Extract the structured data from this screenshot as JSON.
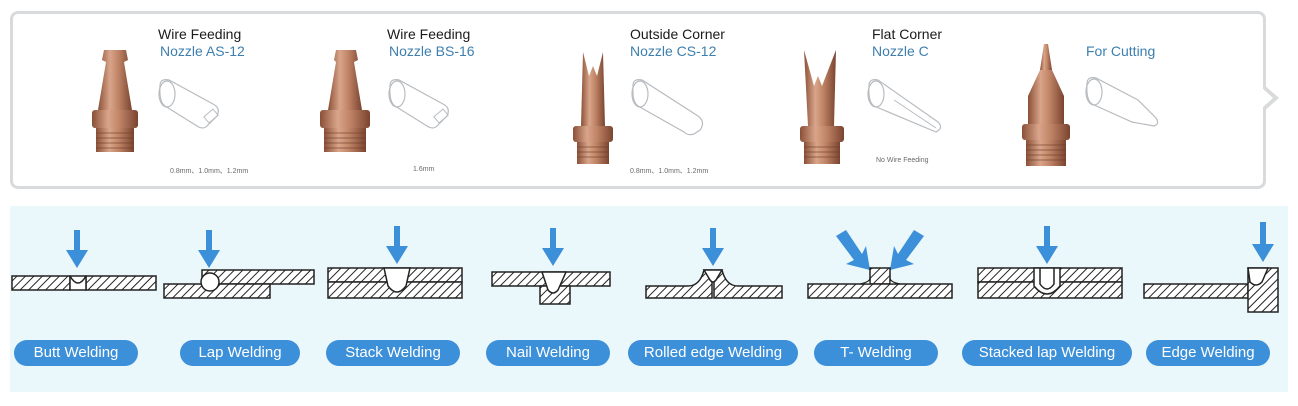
{
  "nozzles": [
    {
      "title": "Wire Feeding",
      "model": "Nozzle AS-12",
      "spec": "0.8mm、1.0mm、1.2mm"
    },
    {
      "title": "Wire Feeding",
      "model": "Nozzle BS-16",
      "spec": "1.6mm"
    },
    {
      "title": "Outside Corner",
      "model": "Nozzle CS-12",
      "spec": "0.8mm、1.0mm、1.2mm"
    },
    {
      "title": "Flat Corner",
      "model": "Nozzle C",
      "spec": "No Wire Feeding"
    },
    {
      "title": "",
      "model": "For Cutting",
      "spec": ""
    }
  ],
  "welding_types": [
    {
      "label": "Butt Welding"
    },
    {
      "label": "Lap Welding"
    },
    {
      "label": "Stack Welding"
    },
    {
      "label": "Nail Welding"
    },
    {
      "label": "Rolled edge Welding"
    },
    {
      "label": "T- Welding"
    },
    {
      "label": "Stacked lap Welding"
    },
    {
      "label": "Edge Welding"
    }
  ],
  "colors": {
    "copper": "#b5775a",
    "accent_blue": "#3c8fd9",
    "panel_bg": "#eaf7fb",
    "border_gray": "#d9dadb"
  }
}
